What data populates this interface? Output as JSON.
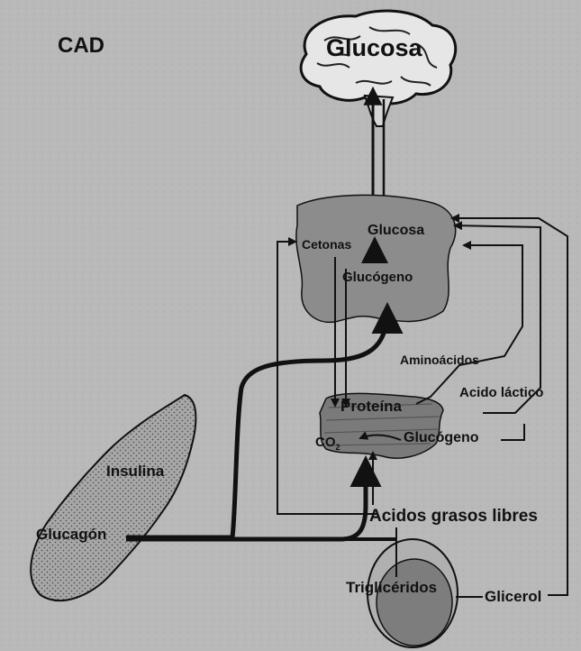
{
  "title": "CAD",
  "labels": {
    "brain": "Glucosa",
    "liver_glucose": "Glucosa",
    "liver_ketones": "Cetonas",
    "liver_glycogen": "Glucógeno",
    "aminoacids": "Aminoácidos",
    "lactic_acid": "Acido láctico",
    "protein": "Proteína",
    "co2": "CO",
    "co2_sub": "2",
    "muscle_glycogen": "Glucógeno",
    "insulin": "Insulina",
    "glucagon": "Glucagón",
    "fatty_acids": "Acidos grasos libres",
    "triglycerides": "Triglicéridos",
    "glycerol": "Glicerol"
  },
  "colors": {
    "background": "#b9b9b9",
    "liver": "#8c8c8c",
    "muscle": "#7a7a7a",
    "pancreas": "#a8a8a8",
    "adipose": "#7d7d7d",
    "brain": "#e6e6e6",
    "ink": "#111111"
  },
  "icons": [
    "brain-icon",
    "liver-icon",
    "muscle-icon",
    "pancreas-icon",
    "adipose-cell-icon"
  ]
}
